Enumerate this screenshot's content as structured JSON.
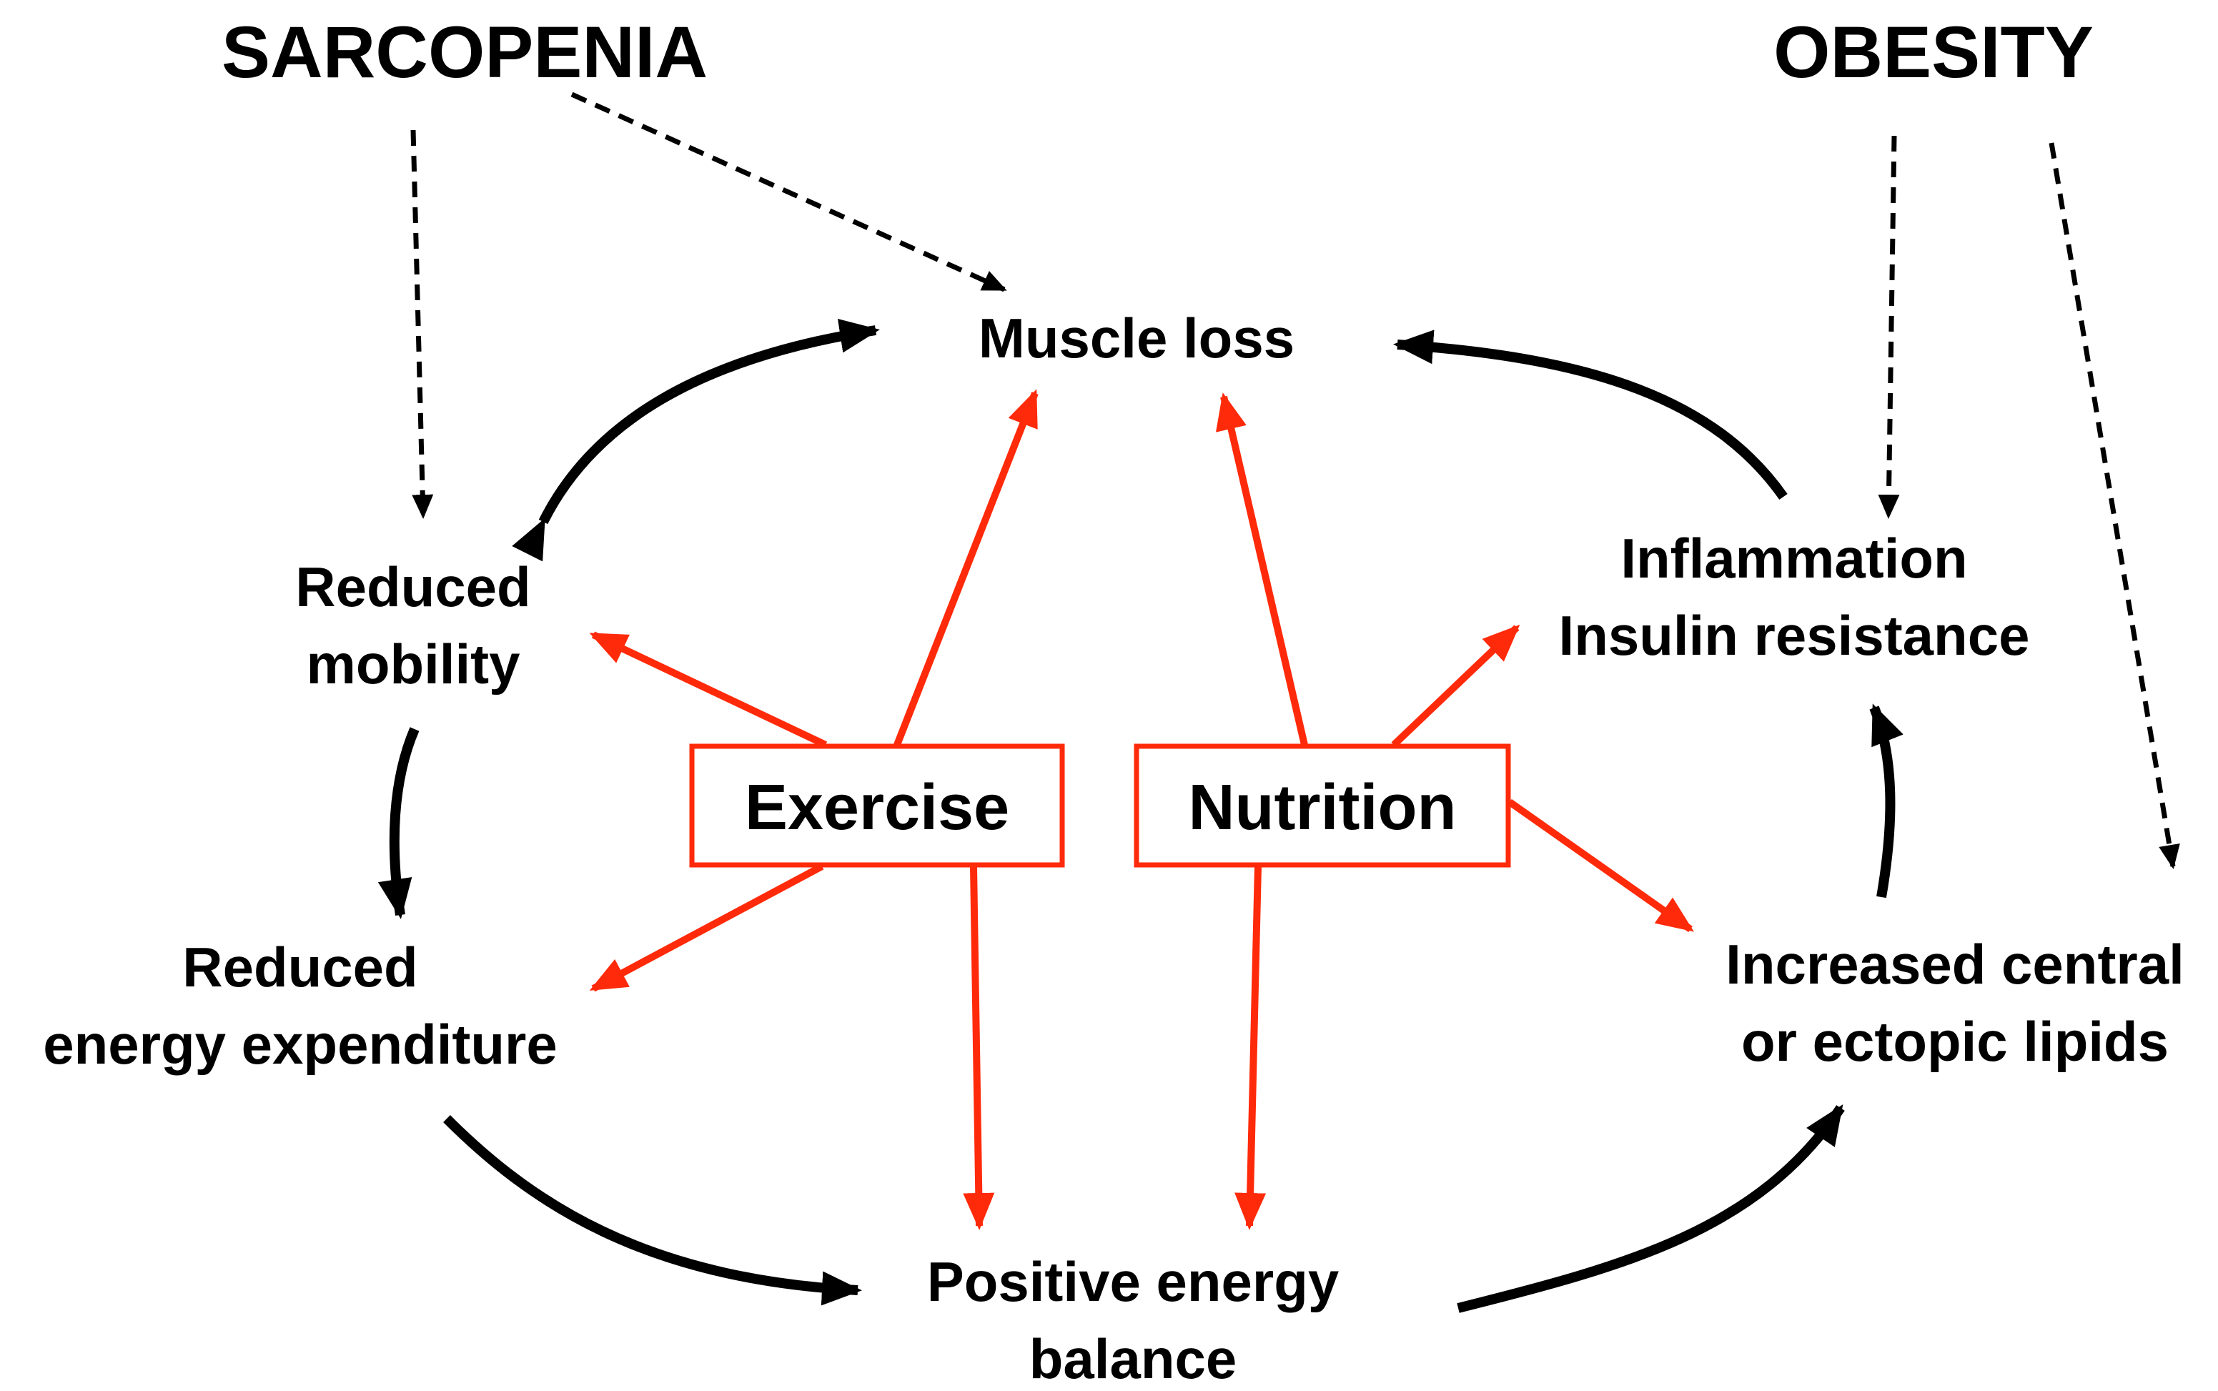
{
  "titles": {
    "left": "SARCOPENIA",
    "right": "OBESITY"
  },
  "nodes": {
    "muscle_loss": "Muscle loss",
    "reduced_mobility": [
      "Reduced",
      "mobility"
    ],
    "reduced_energy": [
      "Reduced",
      "energy expenditure"
    ],
    "positive_energy": [
      "Positive energy",
      "balance"
    ],
    "lipids": [
      "Increased central",
      "or ectopic lipids"
    ],
    "inflammation": [
      "Inflammation",
      "Insulin resistance"
    ]
  },
  "interventions": {
    "exercise": "Exercise",
    "nutrition": "Nutrition"
  },
  "colors": {
    "cycle_arrows": "#000000",
    "intervention_arrows": "#ff2a0a",
    "intervention_box_border": "#ff2a0a"
  }
}
